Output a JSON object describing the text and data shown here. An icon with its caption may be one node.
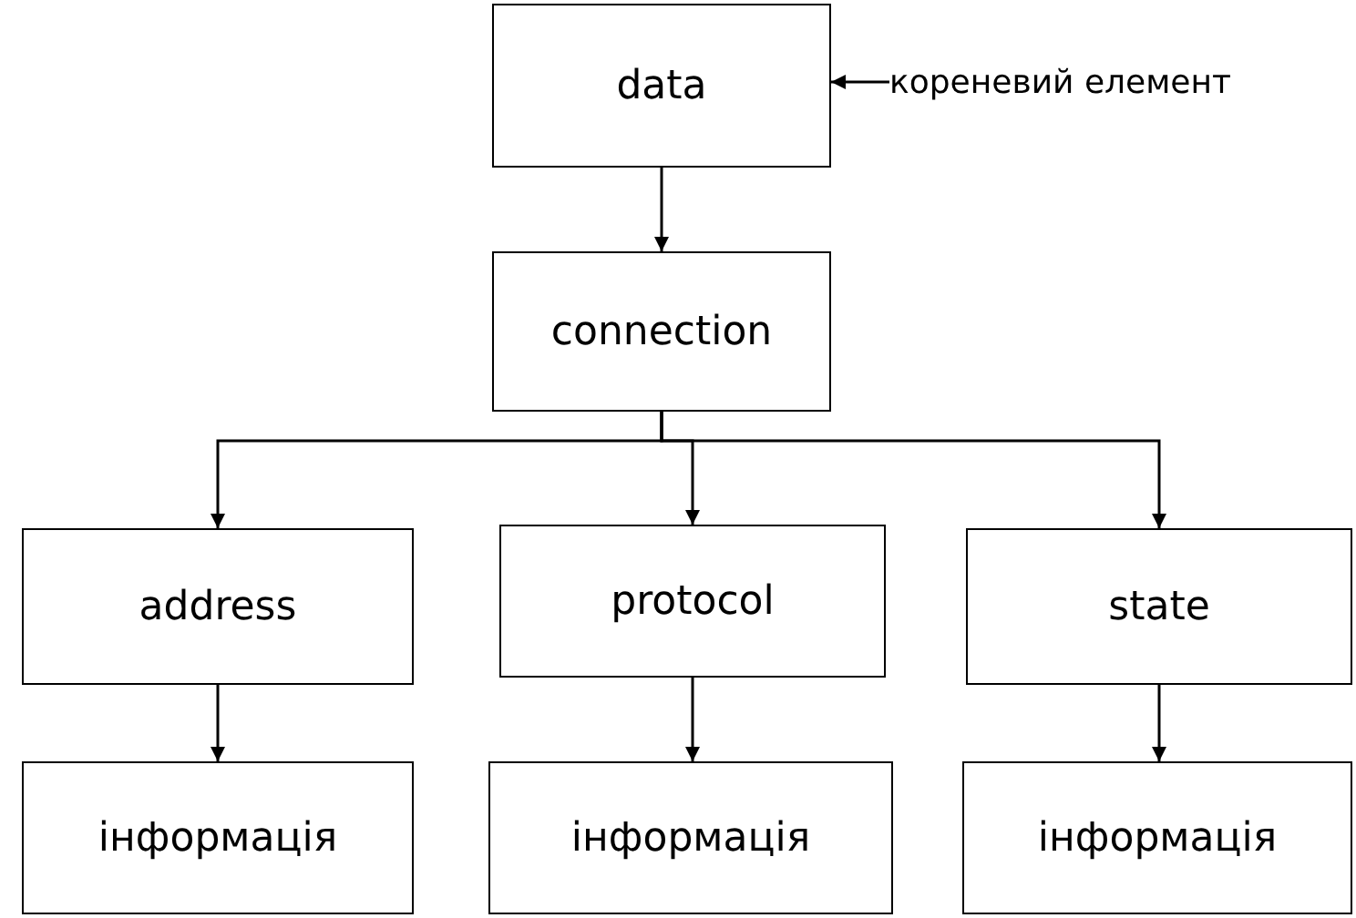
{
  "diagram": {
    "nodes": [
      {
        "text": [
          "data"
        ]
      },
      {
        "text": [
          "connection"
        ]
      },
      {
        "text": [
          "address"
        ]
      },
      {
        "text": [
          "protocol"
        ]
      },
      {
        "text": [
          "state"
        ]
      },
      {
        "text": [
          "інформація"
        ]
      },
      {
        "text": [
          "інформація"
        ]
      },
      {
        "text": [
          "інформація"
        ]
      },
      {
        "text": [
          "кореневий елемент"
        ]
      }
    ],
    "edges": [
      {
        "from": 0,
        "to": 1,
        "arrow": "to"
      },
      {
        "from": 1,
        "to": 2,
        "arrow": "to"
      },
      {
        "from": 1,
        "to": 3,
        "arrow": "to"
      },
      {
        "from": 1,
        "to": 4,
        "arrow": "to"
      },
      {
        "from": 2,
        "to": 5,
        "arrow": "to"
      },
      {
        "from": 3,
        "to": 6,
        "arrow": "to"
      },
      {
        "from": 4,
        "to": 7,
        "arrow": "to"
      },
      {
        "from": 8,
        "to": 0,
        "arrow": "to"
      }
    ]
  }
}
